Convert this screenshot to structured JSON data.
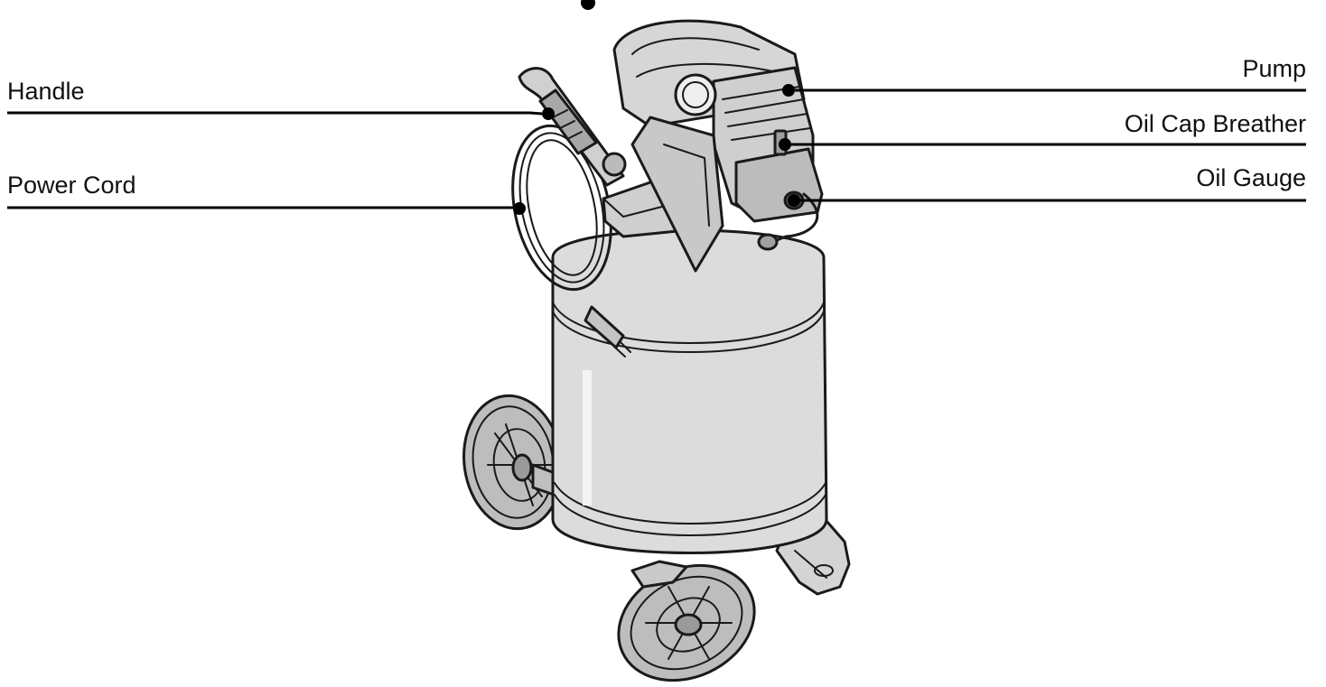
{
  "callouts": {
    "handle": "Handle",
    "power_cord": "Power Cord",
    "pump": "Pump",
    "oil_cap_breather": "Oil Cap Breather",
    "oil_gauge": "Oil Gauge"
  },
  "colors": {
    "line": "#000000",
    "body_fill": "#dedede",
    "dark_fill": "#8a8a8a",
    "text": "#111111"
  }
}
